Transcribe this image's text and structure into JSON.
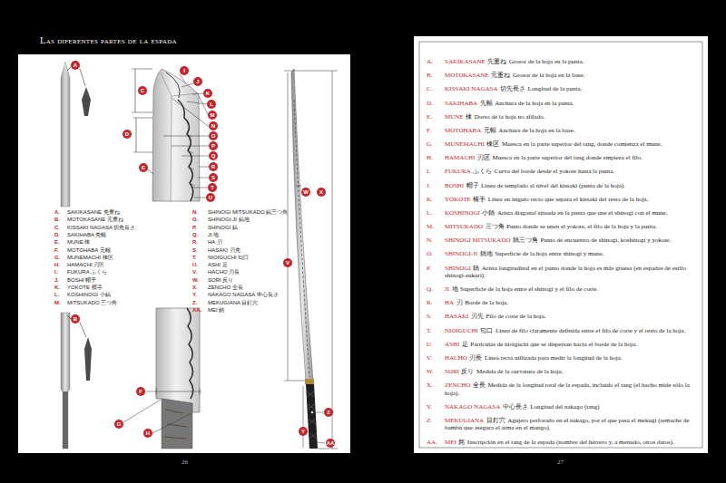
{
  "diagram": {
    "title": "Las diferentes partes de la espada",
    "labels": [
      "A.",
      "SAKIKASANE 先重ね",
      "B.",
      "MOTOKASANE 元重ね",
      "C.",
      "KISSAKI NAGASA 切先長さ",
      "D.",
      "SAKIHABA 先幅",
      "E.",
      "MUNE 棟",
      "F.",
      "MOTOHABA 元幅",
      "G.",
      "MUNEMACHI 棟区",
      "H.",
      "HAMACHI 刃区",
      "I.",
      "FUKURA ふくら",
      "J.",
      "BOSHI 帽子",
      "K.",
      "YOKOTE 横手",
      "L.",
      "KOSHINOGI 小鎬",
      "M.",
      "MITSUKADO 三つ角",
      "N.",
      "SHINOGI MITSUKADO 鎬三つ角",
      "O.",
      "SHINOGI-JI 鎬地",
      "P.",
      "SHINOGI 鎬",
      "Q.",
      "JI 地",
      "R.",
      "HA 刃",
      "S.",
      "HASAKI 刃先",
      "T.",
      "NIOIGUCHI 匂口",
      "U.",
      "ASHI 足",
      "V.",
      "HACHO 刃長",
      "W.",
      "SORI 反り",
      "X.",
      "ZENCHO 全長",
      "Y.",
      "NAKAGO NAGASA 中心長さ",
      "Z.",
      "MEKUGIANA 目釘穴",
      "AA.",
      "MEI 銘",
      "A",
      "B",
      "C",
      "D",
      "E",
      "F",
      "G",
      "H",
      "I",
      "J",
      "K",
      "L",
      "M",
      "N",
      "O",
      "P",
      "Q",
      "R",
      "S",
      "T",
      "U",
      "V",
      "W",
      "X",
      "Y",
      "Z",
      "AA",
      "A.",
      "SAKIKASANE",
      "先重ね",
      "Grosor de la hoja en la punta.",
      "B.",
      "MOTOKASANE",
      "元重ね",
      "Grosor de la hoja en la base.",
      "C.",
      "KISSAKI NAGASA",
      "切先長さ",
      "Longitud de la punta.",
      "D.",
      "SAKIHABA",
      "先幅",
      "Anchura de la hoja en la punta.",
      "E.",
      "MUNE",
      "棟",
      "Dorso de la hoja no afilado.",
      "F.",
      "MOTOHABA",
      "元幅",
      "Anchura de la hoja en la base.",
      "G.",
      "MUNEMACHI",
      "棟区",
      "Muesca en la parte superior del tang, donde comienza el mune.",
      "H.",
      "HAMACHI",
      "刃区",
      "Muesca en la parte superior del tang donde empieza el filo.",
      "I.",
      "FUKURA",
      "ふくら",
      "Curva del borde desde el yokote hasta la punta.",
      "J.",
      "BOSHI",
      "帽子",
      "Línea de templado al nivel del kissaki (punta de la hoja).",
      "K.",
      "YOKOTE",
      "横手",
      "Línea en ángulo recto que separa el kissaki del resto de la hoja.",
      "L.",
      "KOSHINOGI",
      "小鎬",
      "Arista diagonal situada en la punta que une el shinogi con el mune.",
      "M.",
      "MITSUKADO",
      "三つ角",
      "Punto donde se unen el yokote, el filo de la hoja y la punta.",
      "N.",
      "SHINOGI MITSUKADO",
      "鎬三つ角",
      "Punto de encuentro de shinogi, koshinogi y yokote.",
      "O.",
      "SHINOGI-JI",
      "鎬地",
      "Superficie de la hoja entre shinogi y mune.",
      "P.",
      "SHINOGI",
      "鎬",
      "Arista longitudinal en el punto donde la hoja es más gruesa (en espadas de estilo shinogi-zukuri).",
      "Q.",
      "JI",
      "地",
      "Superficie de la hoja entre el shinogi y el filo de corte.",
      "R.",
      "HA",
      "刃",
      "Borde de la hoja.",
      "S.",
      "HASAKI",
      "刃先",
      "Filo de corte de la hoja.",
      "T.",
      "NIOIGUCHI",
      "匂口",
      "Línea de filo claramente definida entre el filo de corte y el resto de la hoja.",
      "U.",
      "ASHI",
      "足",
      "Partículas de nioiguchi que se dispersan hacia el borde de la hoja.",
      "V.",
      "HACHO",
      "刃長",
      "Línea recta utilizada para medir la longitud de la hoja.",
      "W.",
      "SORI",
      "反り",
      "Medida de la curvatura de la hoja.",
      "X.",
      "ZENCHO",
      "全長",
      "Medida de la longitud total de la espada, incluido el tang (el hacho mide sólo la hoja).",
      "Y.",
      "NAKAGO NAGASA",
      "中心長さ",
      "Longitud del nakago (tang)",
      "Z.",
      "MEKUGIANA",
      "目釘穴",
      "Agujero perforado en el nakago, por el que pasa el mekugi (remache de bambú que asegura el arma en el mango).",
      "AA.",
      "MEI",
      "銘",
      "Inscripción en el tang de la espada (nombre del herrero y, a menudo, otros datos).",
      "26",
      "27"
    ]
  }
}
